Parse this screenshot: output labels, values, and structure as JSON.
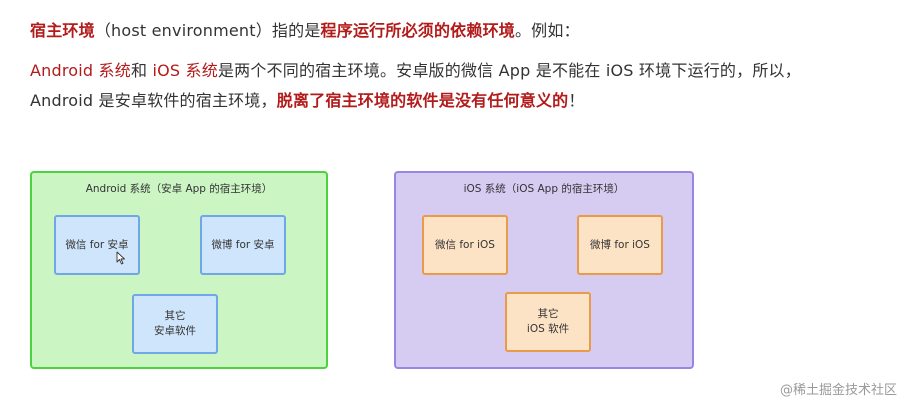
{
  "text": {
    "line1": {
      "part1": "宿主环境",
      "part2": "（host environment）指的是",
      "part3": "程序运行所",
      "part4": "必须的依赖环境",
      "part5": "。例如："
    },
    "line2": {
      "part1": "Android 系统",
      "part2": "和 ",
      "part3": "iOS 系统",
      "part4": "是两个不同的宿主环境。安卓版的微信 App 是不能在 iOS 环境下运行的，所以，"
    },
    "line3": {
      "part1": "Android 是安卓软件的宿主环境，",
      "part2": "脱离了宿主环境的软件是没有任何意义的",
      "part3": "！"
    }
  },
  "diagram": {
    "android": {
      "title": "Android 系统（安卓 App 的宿主环境）",
      "wechat": "微信 for 安卓",
      "weibo": "微博 for 安卓",
      "other_line1": "其它",
      "other_line2": "安卓软件"
    },
    "ios": {
      "title": "iOS 系统（iOS App 的宿主环境）",
      "wechat": "微信 for iOS",
      "weibo": "微博 for iOS",
      "other_line1": "其它",
      "other_line2": "iOS 软件"
    }
  },
  "watermark": "@稀土掘金技术社区",
  "colors": {
    "highlight_red": "#b31b1b",
    "android_bg": "#ccf5c4",
    "android_border": "#4cd13f",
    "ios_bg": "#d6cbf1",
    "ios_border": "#9b84e2",
    "blue_box": "#cfe5fb",
    "orange_box": "#fde3c6"
  },
  "icons": [
    "mouse-cursor-icon"
  ]
}
